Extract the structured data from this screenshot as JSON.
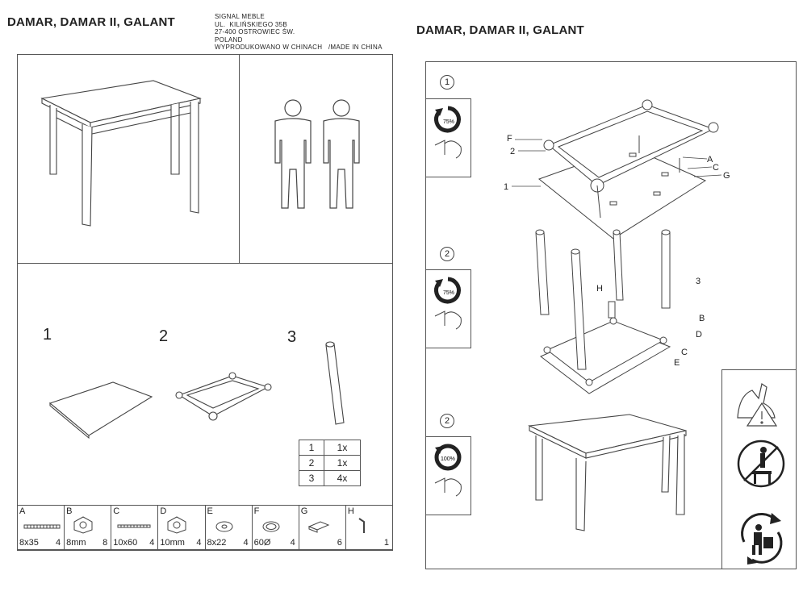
{
  "left_title": "DAMAR, DAMAR II, GALANT",
  "right_title": "DAMAR, DAMAR II, GALANT",
  "address": [
    "SIGNAL MEBLE",
    "UL.  KILIŃSKIEGO 35B",
    "27-400 OSTROWIEC ŚW.",
    "POLAND",
    "WYPRODUKOWANO W CHINACH   /MADE IN CHINA"
  ],
  "components": [
    {
      "number": "1"
    },
    {
      "number": "2"
    },
    {
      "number": "3"
    }
  ],
  "qty_table": [
    {
      "n": "1",
      "q": "1x"
    },
    {
      "n": "2",
      "q": "1x"
    },
    {
      "n": "3",
      "q": "4x"
    }
  ],
  "parts": [
    {
      "letter": "A",
      "size": "8x35",
      "qty": "4"
    },
    {
      "letter": "B",
      "size": "8mm",
      "qty": "8"
    },
    {
      "letter": "C",
      "size": "10x60",
      "qty": "4"
    },
    {
      "letter": "D",
      "size": "10mm",
      "qty": "4"
    },
    {
      "letter": "E",
      "size": "8x22",
      "qty": "4"
    },
    {
      "letter": "F",
      "size": "60Ø",
      "qty": "4"
    },
    {
      "letter": "G",
      "size": "",
      "qty": "6"
    },
    {
      "letter": "H",
      "size": "",
      "qty": "1"
    }
  ],
  "steps": [
    {
      "number": "1",
      "tighten": "75%"
    },
    {
      "number": "2",
      "tighten": "75%"
    },
    {
      "number": "2",
      "tighten": "100%"
    }
  ],
  "step1_labels": {
    "f": "F",
    "two": "2",
    "one": "1",
    "a": "A",
    "c": "C",
    "g": "G"
  },
  "step2_labels": {
    "h": "H",
    "three": "3",
    "b": "B",
    "d": "D",
    "c": "C",
    "e": "E"
  },
  "icons": [
    "two-person-assembly-icon",
    "warning-icon",
    "no-standing-icon",
    "recycle-icon"
  ]
}
